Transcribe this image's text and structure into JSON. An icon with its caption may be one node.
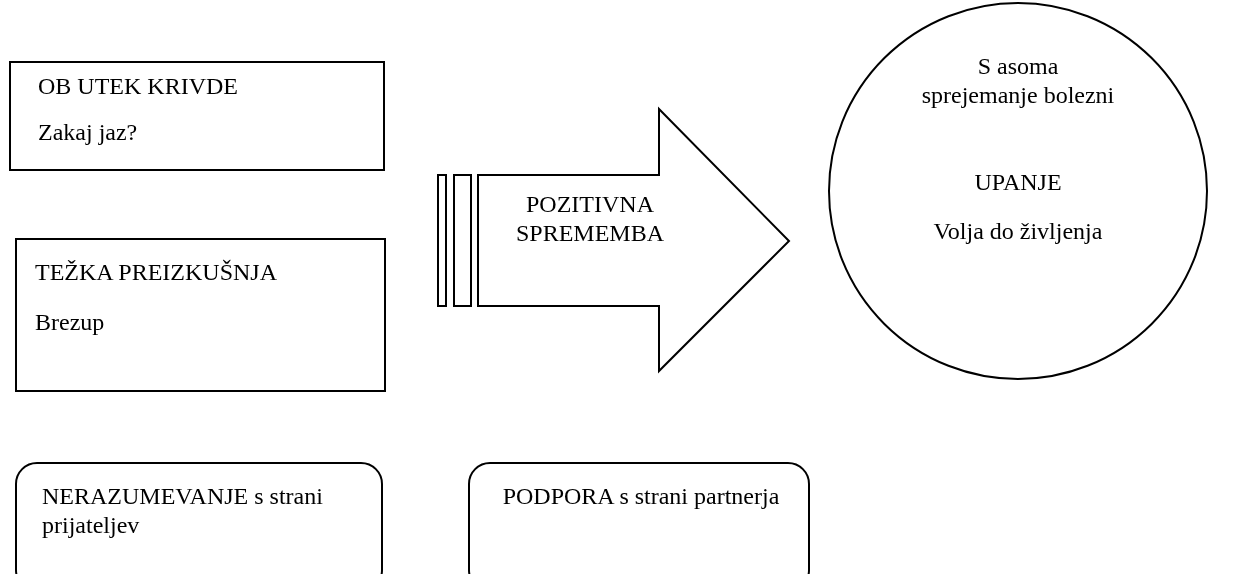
{
  "diagram": {
    "nodes": [
      {
        "text": [
          "OB UTEK KRIVDE",
          "Zakaj jaz?"
        ]
      },
      {
        "text": [
          "TEŽKA PREIZKUŠNJA",
          "Brezup"
        ]
      },
      {
        "text": [
          "NERAZUMEVANJE s strani prijateljev"
        ]
      },
      {
        "text": [
          "POZITIVNA SPREMEMBA"
        ]
      },
      {
        "text": [
          "S asoma sprejemanje bolezni",
          "UPANJE",
          "Volja do življenja"
        ]
      },
      {
        "text": [
          "PODPORA s strani partnerja"
        ]
      }
    ]
  }
}
